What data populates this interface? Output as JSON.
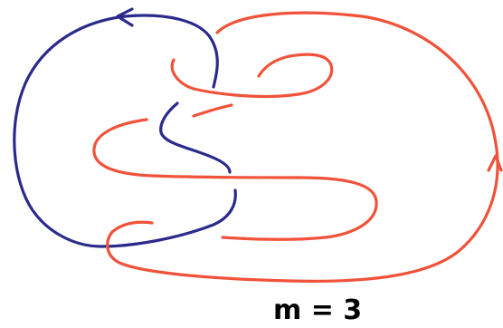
{
  "label": "m = 3",
  "colors": {
    "blue_strand": "#2b2a8c",
    "red_strand": "#f0523a",
    "background": "#ffffff"
  },
  "knot": {
    "components": 2,
    "blue_arrow_direction": "left",
    "red_arrow_direction": "up"
  }
}
